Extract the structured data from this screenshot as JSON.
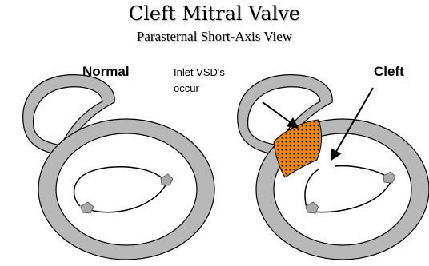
{
  "title": "Cleft Mitral Valve",
  "subtitle": "Parasternal Short-Axis View",
  "labels": {
    "normal": "Normal",
    "cleft": "Cleft",
    "inlet_vsd_line1": "Inlet VSD's",
    "inlet_vsd_line2": "occur"
  },
  "colors": {
    "wall": "#b8b8b8",
    "outline": "#000000",
    "vsd_fill": "#e8861a",
    "vsd_dots": "#000000",
    "papillary": "#a9a9a9"
  }
}
